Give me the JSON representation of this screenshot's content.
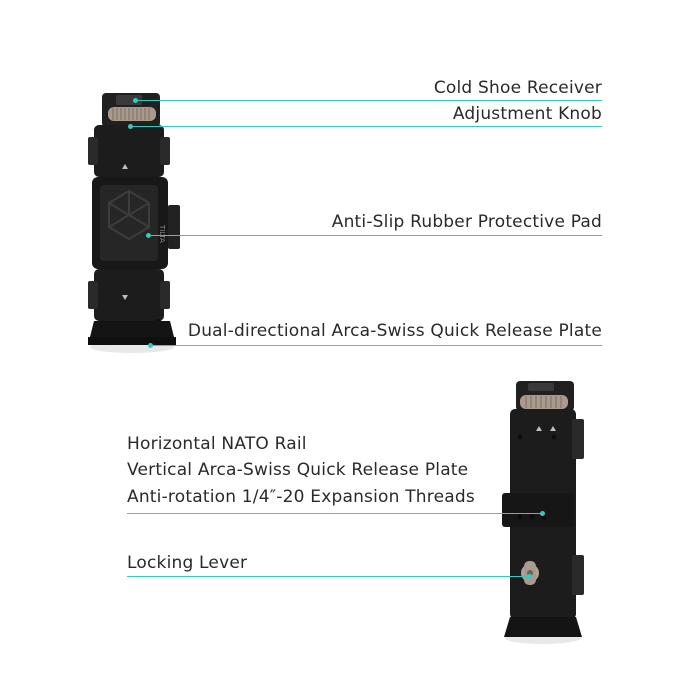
{
  "colors": {
    "accent": "#3cc7bd",
    "text": "#2a2a2a",
    "background": "#ffffff",
    "product_body": "#1c1c1c",
    "knob": "#a89a8c"
  },
  "product_a": {
    "brand_mark": "TILTA",
    "callouts": [
      {
        "label": "Cold Shoe Receiver"
      },
      {
        "label": "Adjustment Knob"
      },
      {
        "label": "Anti-Slip Rubber Protective Pad"
      },
      {
        "label": "Dual-directional Arca-Swiss Quick Release Plate"
      }
    ]
  },
  "product_b": {
    "callouts": [
      {
        "label": "Horizontal NATO Rail"
      },
      {
        "label": "Vertical Arca-Swiss Quick Release Plate"
      },
      {
        "label": "Anti-rotation 1/4″-20 Expansion Threads"
      },
      {
        "label": "Locking Lever"
      }
    ]
  }
}
